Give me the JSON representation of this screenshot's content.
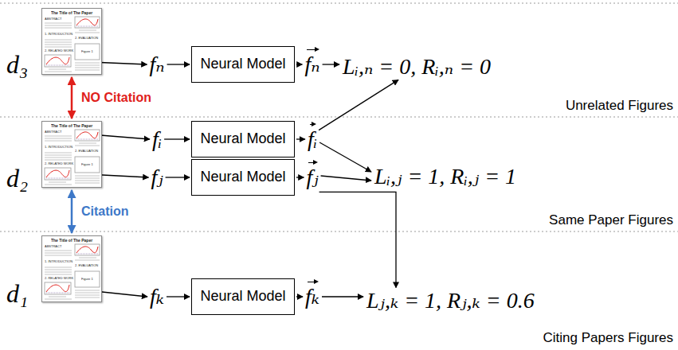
{
  "diagram": {
    "nodes": [
      {
        "text": [
          "The Title of The Paper",
          "ABSTRACT",
          "1. INTRODUCTION",
          "2. RELATED WORK",
          "2. EVALUATION",
          "Figure 1"
        ]
      },
      {
        "text": [
          "Neural Model"
        ]
      },
      {
        "text": [
          "The Title of The Paper",
          "ABSTRACT",
          "1. INTRODUCTION",
          "2. RELATED WORK",
          "2. EVALUATION",
          "Figure 1"
        ]
      },
      {
        "text": [
          "Neural Model"
        ]
      },
      {
        "text": [
          "Neural Model"
        ]
      },
      {
        "text": [
          "The Title of The Paper",
          "ABSTRACT",
          "1. INTRODUCTION",
          "2. RELATED WORK",
          "2. EVALUATION",
          "Figure 1"
        ]
      },
      {
        "text": [
          "Neural Model"
        ]
      }
    ],
    "edges": [
      {
        "from": 0,
        "to": 2,
        "arrow": "both",
        "label": "NO Citation"
      },
      {
        "from": 2,
        "to": 5,
        "arrow": "both",
        "label": "Citation"
      }
    ],
    "labels": [
      "d₃",
      "fₙ",
      "fₙ",
      "Lᵢ,ₙ = 0, Rᵢ,ₙ = 0",
      "Unrelated Figures",
      "d₂",
      "fᵢ",
      "fⱼ",
      "fᵢ",
      "fⱼ",
      "Lᵢ,ⱼ = 1, Rᵢ,ⱼ = 1",
      "Same Paper Figures",
      "d₁",
      "fₖ",
      "fₖ",
      "Lⱼ,ₖ = 1, Rⱼ,ₖ = 0.6",
      "Citing Papers Figures"
    ]
  }
}
